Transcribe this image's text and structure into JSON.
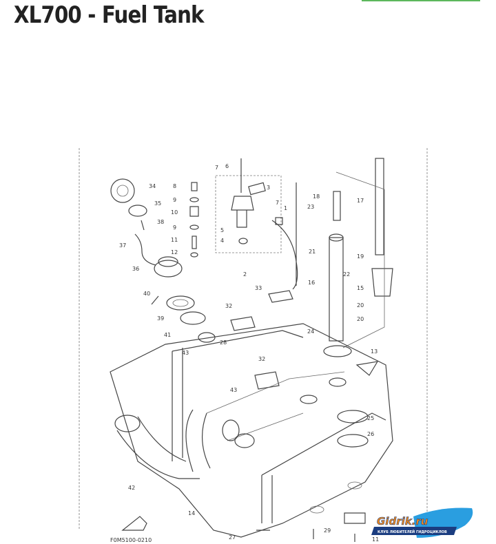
{
  "page": {
    "title": "XL700 - Fuel Tank",
    "accent": "#5cb85c"
  },
  "diagram": {
    "code": "F0M5100-0210",
    "labels": [
      "34",
      "35",
      "38",
      "37",
      "36",
      "40",
      "39",
      "41",
      "43",
      "8",
      "9",
      "10",
      "9",
      "11",
      "12",
      "7",
      "6",
      "3",
      "7",
      "1",
      "5",
      "4",
      "2",
      "18",
      "23",
      "21",
      "22",
      "16",
      "17",
      "19",
      "15",
      "20",
      "20",
      "24",
      "13",
      "33",
      "32",
      "28",
      "32",
      "43",
      "25",
      "26",
      "42",
      "14",
      "27",
      "29",
      "11"
    ]
  },
  "logo": {
    "name": "Gidrik.ru",
    "tagline": "КЛУБ ЛЮБИТЕЛЕЙ ГИДРОЦИКЛОВ",
    "orange": "#f08a1c",
    "blue": "#2a9ee0"
  }
}
